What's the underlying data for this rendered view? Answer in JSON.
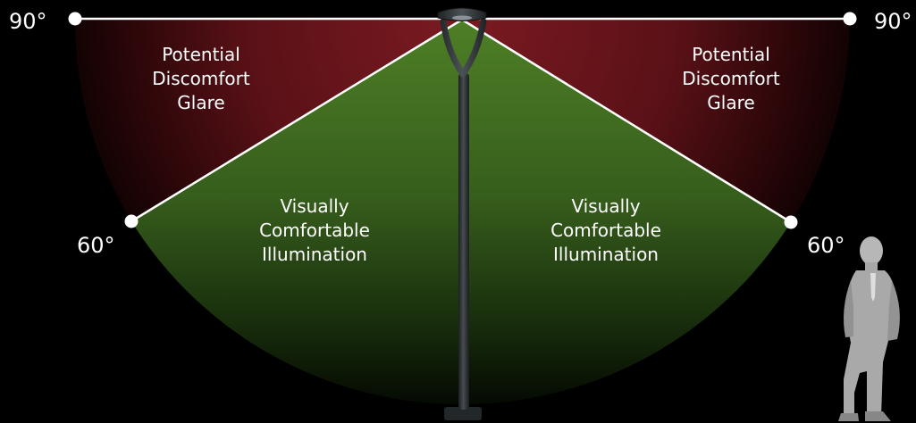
{
  "angles": {
    "top_left": "90°",
    "top_right": "90°",
    "mid_left": "60°",
    "mid_right": "60°"
  },
  "zones": {
    "glare_left": [
      "Potential",
      "Discomfort",
      "Glare"
    ],
    "glare_right": [
      "Potential",
      "Discomfort",
      "Glare"
    ],
    "comfort_left": [
      "Visually",
      "Comfortable",
      "Illumination"
    ],
    "comfort_right": [
      "Visually",
      "Comfortable",
      "Illumination"
    ]
  },
  "colors": {
    "background": "#000000",
    "glare": "#5a1117",
    "comfort": "#3f6b20",
    "lines": "#ffffff",
    "pole": "#2b2f31",
    "person": "#a9a9a9"
  },
  "icons": {
    "luminaire": "pole-light-icon",
    "person": "standing-person-icon"
  }
}
